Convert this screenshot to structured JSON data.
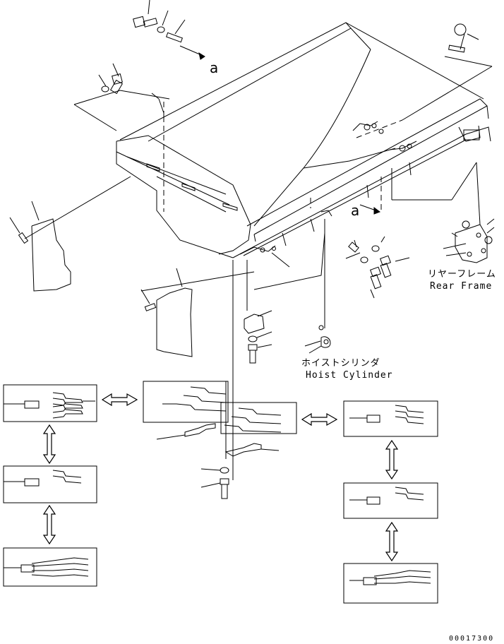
{
  "labels": {
    "rear_frame_jp": "リヤーフレーム",
    "rear_frame_en": "Rear Frame",
    "hoist_cylinder_jp": "ホイストシリンダ",
    "hoist_cylinder_en": "Hoist Cylinder",
    "ref_mark_top": "a",
    "ref_mark_mid": "a",
    "drawing_number": "00017300"
  },
  "colors": {
    "line": "#000000",
    "background": "#ffffff"
  }
}
